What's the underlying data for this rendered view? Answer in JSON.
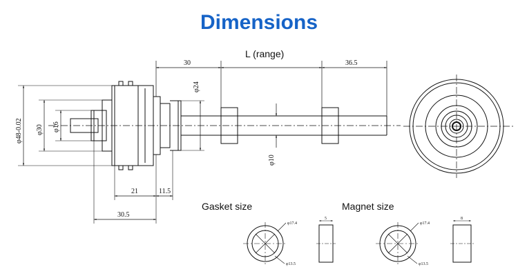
{
  "title": "Dimensions",
  "labels": {
    "range": "L (range)",
    "gasket": "Gasket size",
    "magnet": "Magnet size"
  },
  "dims": {
    "d30_top": "30",
    "d36_5": "36.5",
    "phi24": "φ24",
    "phi48": "φ48-0.02",
    "phi30": "φ30",
    "phi16": "φ16",
    "phi10": "φ10",
    "d21": "21",
    "d11_5": "11.5",
    "d30_5": "30.5",
    "gasket_od": "φ17.4",
    "gasket_id": "φ13.5",
    "gasket_t": "5",
    "magnet_od": "φ17.4",
    "magnet_id": "φ13.5",
    "magnet_t": "8"
  },
  "colors": {
    "title": "#1663c7",
    "line": "#111111"
  }
}
